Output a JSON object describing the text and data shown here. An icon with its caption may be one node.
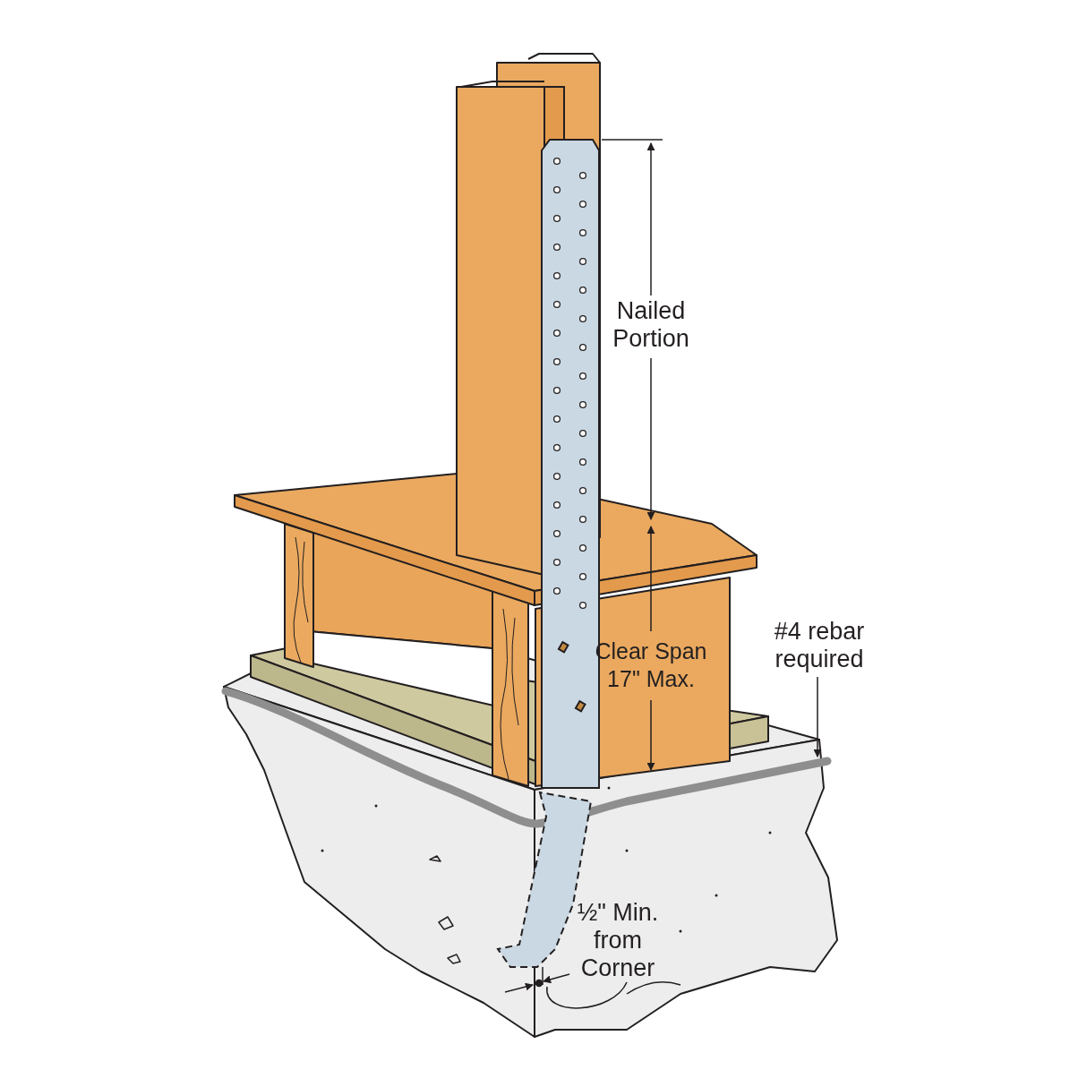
{
  "diagram": {
    "nodes": [
      {
        "text": [
          "#4 rebar required"
        ]
      },
      {
        "text": [],
        "shape": "bar"
      },
      {
        "text": [
          "½\" Min. from Corner"
        ]
      }
    ],
    "edges": [
      {
        "from": 0,
        "to": 1,
        "arrow": "to"
      },
      {
        "from": 2,
        "to": null,
        "arrow": "none"
      }
    ],
    "labels": [
      "Nailed Portion",
      "Clear Span 17\" Max."
    ]
  }
}
